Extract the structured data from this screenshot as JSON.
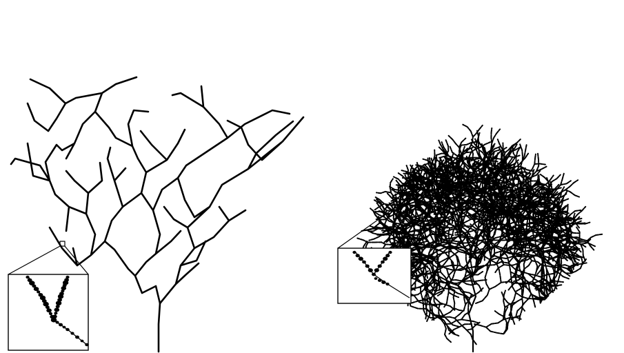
{
  "figure": {
    "panels": [
      {
        "id": "coarse-tree",
        "branching": "coarse",
        "has_inset": true
      },
      {
        "id": "dense-tree",
        "branching": "dense",
        "has_inset": true
      }
    ],
    "ink_color": "#000000",
    "background_color": "#ffffff"
  }
}
